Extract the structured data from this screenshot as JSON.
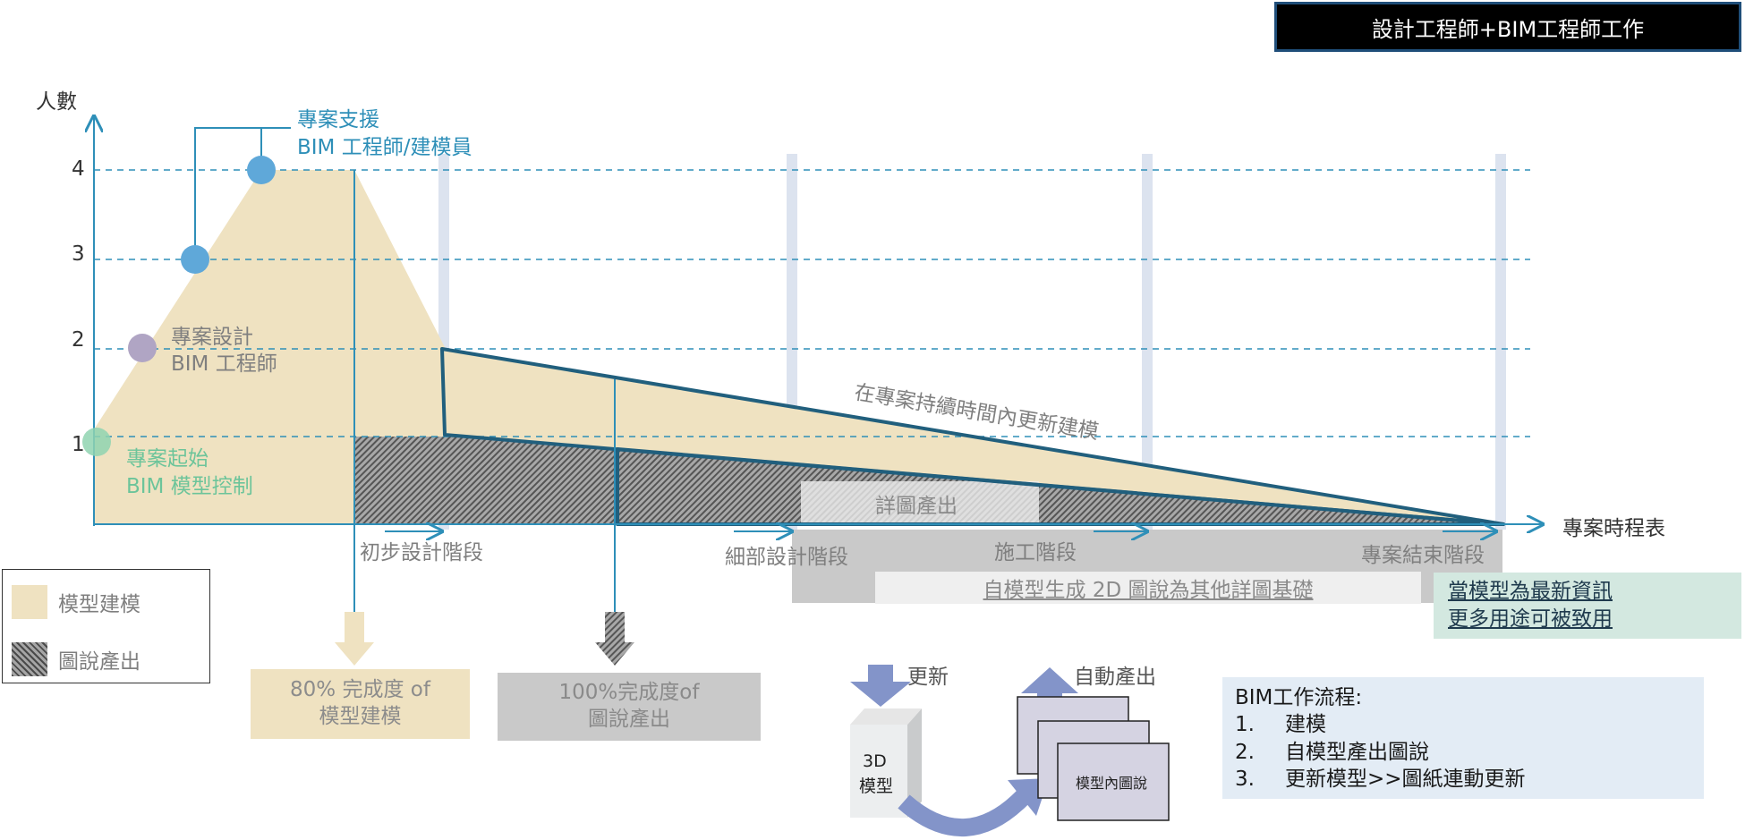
{
  "header": {
    "title": "設計工程師+BIM工程師工作"
  },
  "axes": {
    "y_label": "人數",
    "y_ticks": [
      "1",
      "2",
      "3",
      "4"
    ],
    "x_label": "專案時程表"
  },
  "milestones": {
    "start": {
      "title": "專案起始",
      "subtitle": "BIM 模型控制",
      "color": "#8fd3b0"
    },
    "design": {
      "title": "專案設計",
      "subtitle": "BIM 工程師",
      "color": "#b0a5c4"
    },
    "support": {
      "title": "專案支援",
      "subtitle": "BIM 工程師/建模員",
      "color": "#5fa8d9"
    }
  },
  "phases": {
    "preliminary": "初步設計階段",
    "detailed": "細部設計階段",
    "construction": "施工階段",
    "closing": "專案結束階段"
  },
  "labels": {
    "update_model": "在專案持續時間內更新建模",
    "detail_drawing": "詳圖產出"
  },
  "generate_2d": "自模型生成 2D 圖說為其他詳圖基礎",
  "latest_info": {
    "line1": "當模型為最新資訊",
    "line2": "更多用途可被致用"
  },
  "legend": {
    "model": "模型建模",
    "drawing": "圖說產出"
  },
  "box80": {
    "line1": "80% 完成度 of",
    "line2": "模型建模"
  },
  "box100": {
    "line1": "100%完成度of",
    "line2": "圖說產出"
  },
  "workflow_graphic": {
    "update": "更新",
    "auto": "自動產出",
    "model_line1": "3D",
    "model_line2": "模型",
    "sheet": "模型內圖說"
  },
  "workflow": {
    "title": "BIM工作流程:",
    "steps": [
      {
        "num": "1.",
        "text": "建模"
      },
      {
        "num": "2.",
        "text": "自模型產出圖說"
      },
      {
        "num": "3.",
        "text": "更新模型>>圖紙連動更新"
      }
    ]
  },
  "colors": {
    "model_fill": "#efe2c1",
    "dark_line": "#215f7d",
    "axis": "#2e8fb8",
    "guide_blue": "#2e8fb8",
    "phase_bar": "#dce3ef"
  }
}
